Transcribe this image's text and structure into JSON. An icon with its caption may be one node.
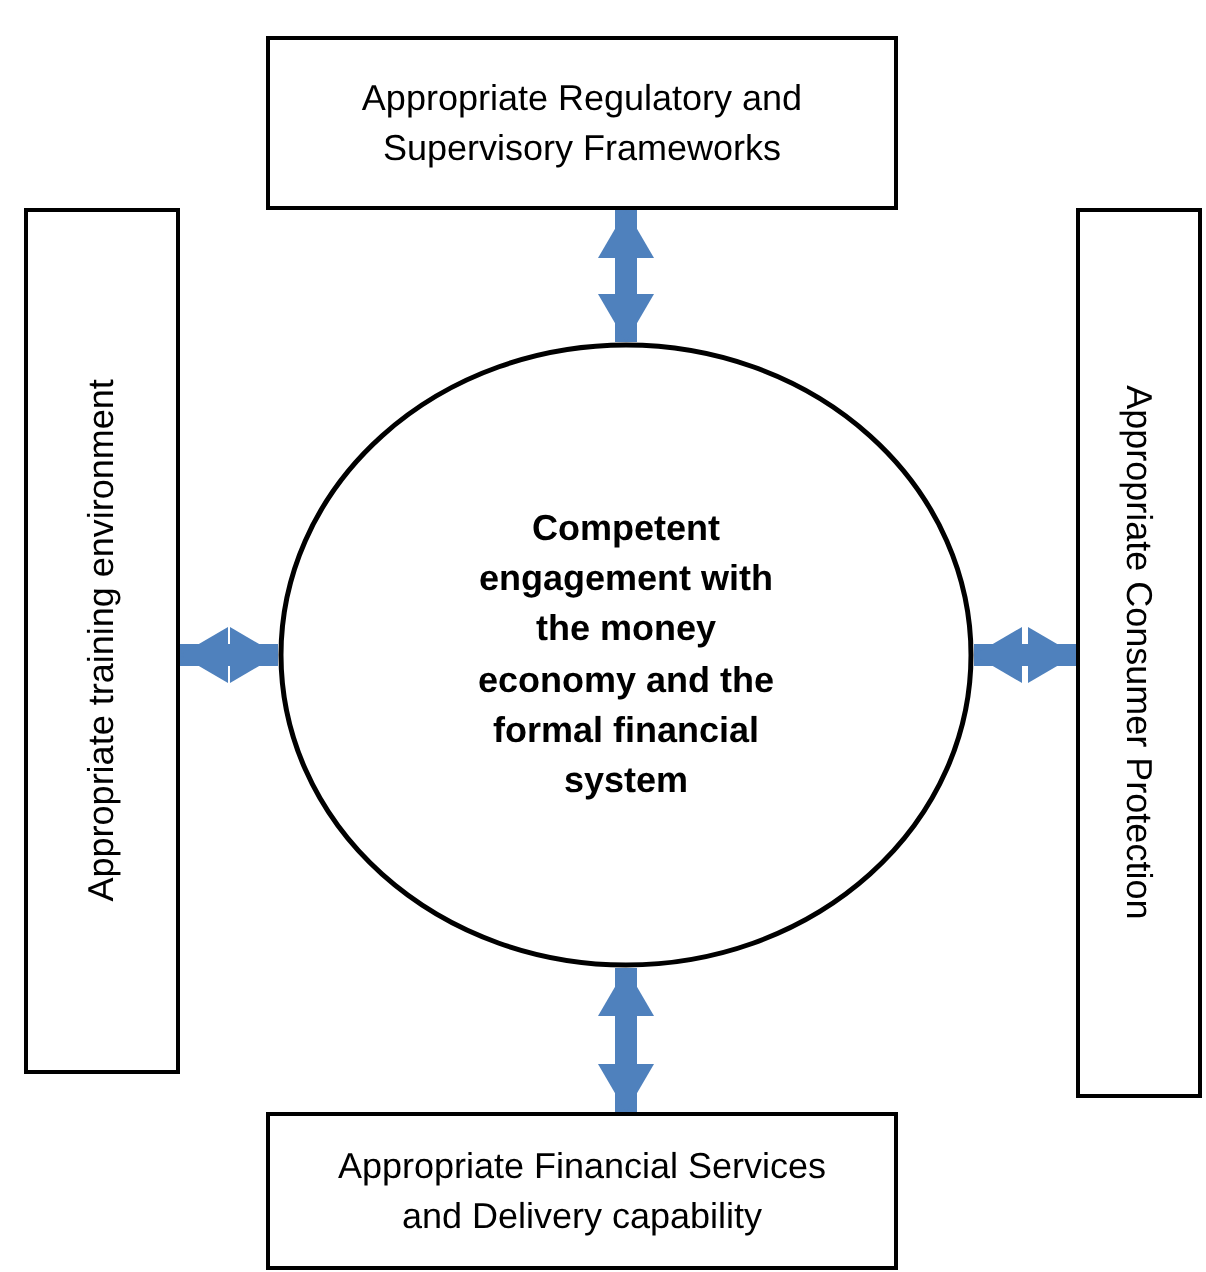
{
  "diagram": {
    "nodes": [
      {
        "text": [
          "Appropriate Regulatory and Supervisory Frameworks"
        ]
      },
      {
        "text": [
          "Appropriate training environment"
        ]
      },
      {
        "text": [
          "Competent engagement with the money economy and the formal financial system"
        ]
      },
      {
        "text": [
          "Appropriate Consumer Protection"
        ]
      },
      {
        "text": [
          "Appropriate Financial Services and Delivery capability"
        ]
      }
    ],
    "edges": [
      {
        "from": 2,
        "to": 0,
        "arrow": "both"
      },
      {
        "from": 2,
        "to": 1,
        "arrow": "both"
      },
      {
        "from": 2,
        "to": 3,
        "arrow": "both"
      },
      {
        "from": 2,
        "to": 4,
        "arrow": "both"
      }
    ]
  }
}
